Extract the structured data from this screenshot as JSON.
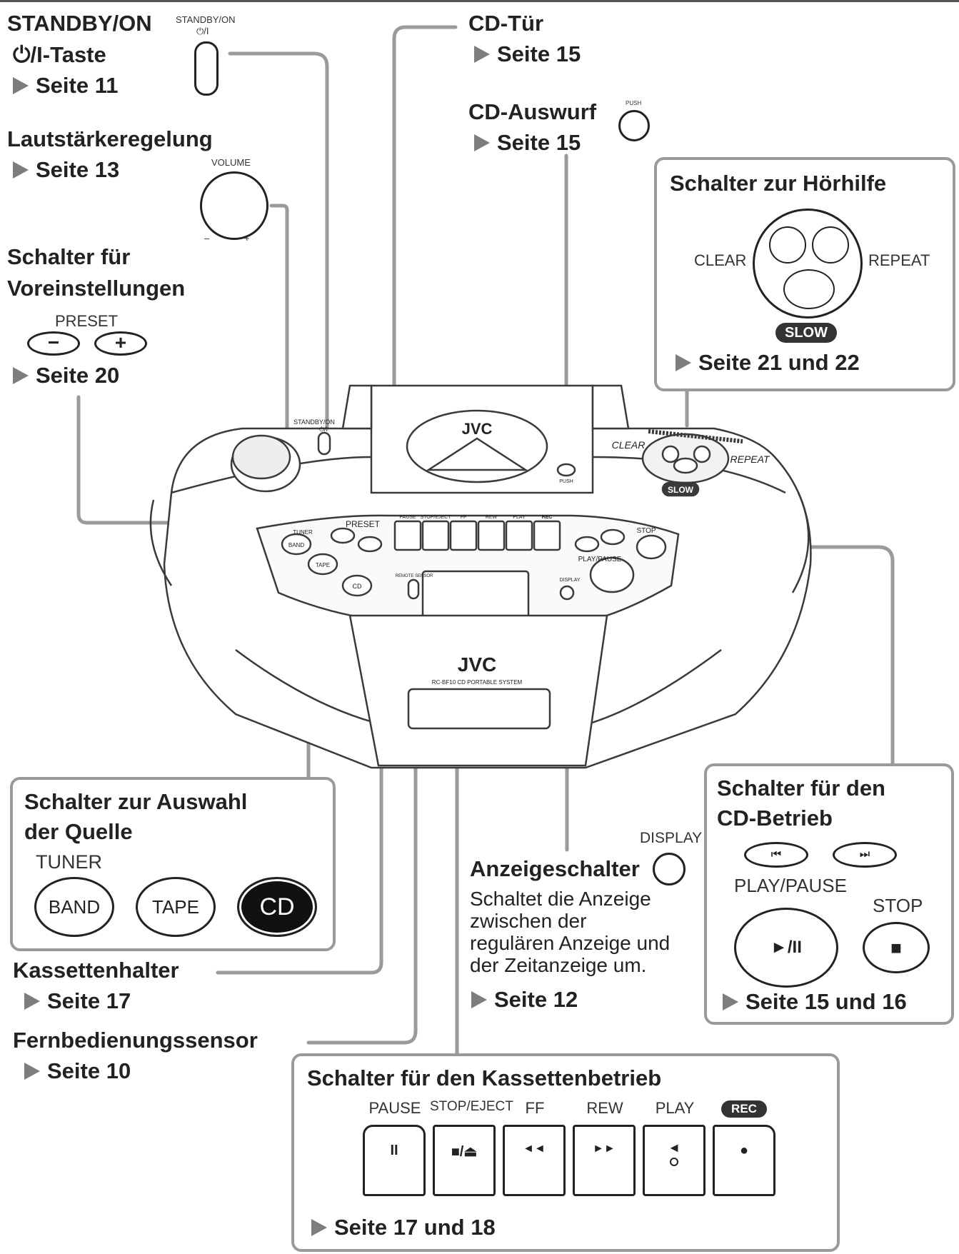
{
  "standby": {
    "title": "STANDBY/ON",
    "key": "⏻/I-Taste",
    "page": "Seite 11",
    "icon_label": "STANDBY/ON",
    "icon_symbol": "⏻/I"
  },
  "volume": {
    "title": "Lautstärkeregelung",
    "page": "Seite 13",
    "icon_label": "VOLUME",
    "minus": "–",
    "plus": "+"
  },
  "preset": {
    "title_line1": "Schalter für",
    "title_line2": "Voreinstellungen",
    "icon_label": "PRESET",
    "minus": "−",
    "plus": "+",
    "page": "Seite 20"
  },
  "cd_door": {
    "title": "CD-Tür",
    "page": "Seite 15"
  },
  "cd_eject": {
    "title": "CD-Auswurf",
    "page": "Seite 15",
    "icon_label": "PUSH"
  },
  "hearing": {
    "title": "Schalter zur Hörhilfe",
    "clear": "CLEAR",
    "repeat": "REPEAT",
    "slow": "SLOW",
    "page": "Seite 21 und 22"
  },
  "source": {
    "title_line1": "Schalter zur Auswahl",
    "title_line2": "der Quelle",
    "tuner": "TUNER",
    "band": "BAND",
    "tape": "TAPE",
    "cd": "CD"
  },
  "cassette_holder": {
    "title": "Kassettenhalter",
    "page": "Seite 17"
  },
  "remote_sensor": {
    "title": "Fernbedienungssensor",
    "page": "Seite 10"
  },
  "display": {
    "icon_label": "DISPLAY",
    "title": "Anzeigeschalter",
    "desc_line1": "Schaltet die Anzeige",
    "desc_line2": "zwischen der",
    "desc_line3": "regulären Anzeige und",
    "desc_line4": "der Zeitanzeige um.",
    "page": "Seite 12"
  },
  "cd_ops": {
    "title_line1": "Schalter für den",
    "title_line2": "CD-Betrieb",
    "prev": "⏮",
    "next": "⏭",
    "play_pause": "PLAY/PAUSE",
    "play_symbol": "►/II",
    "stop": "STOP",
    "stop_symbol": "■",
    "page": "Seite 15 und 16"
  },
  "tape_ops": {
    "title": "Schalter für den Kassettenbetrieb",
    "buttons": [
      {
        "label": "PAUSE",
        "symbol": "II"
      },
      {
        "label": "STOP/EJECT",
        "symbol": "■/⏏"
      },
      {
        "label": "FF",
        "symbol": "◄◄"
      },
      {
        "label": "REW",
        "symbol": "►►"
      },
      {
        "label": "PLAY",
        "symbol": "◄"
      },
      {
        "label": "REC",
        "symbol": "●"
      }
    ],
    "page": "Seite 17 und 18"
  },
  "device": {
    "brand": "JVC",
    "model": "RC-BF10 CD PORTABLE SYSTEM",
    "standby": "STANDBY/ON",
    "standby_symbol": "⏻/I",
    "push": "PUSH",
    "clear": "CLEAR",
    "repeat": "REPEAT",
    "slow": "SLOW",
    "preset": "PRESET",
    "tuner": "TUNER",
    "band": "BAND",
    "tape": "TAPE",
    "cd": "CD",
    "remote_sensor": "REMOTE SENSOR",
    "display": "DISPLAY",
    "play_pause": "PLAY/PAUSE",
    "stop": "STOP",
    "pause": "PAUSE",
    "stop_eject": "STOP/EJECT",
    "ff": "FF",
    "rew": "REW",
    "play": "PLAY",
    "rec": "REC"
  }
}
